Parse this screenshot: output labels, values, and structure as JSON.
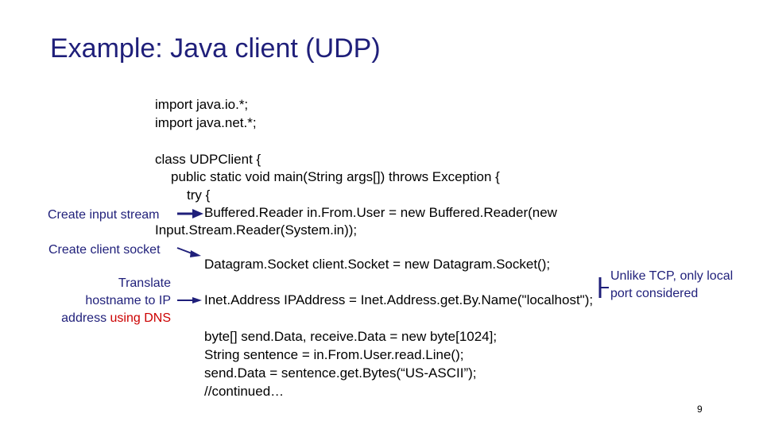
{
  "slide": {
    "title": "Example: Java client (UDP)",
    "page_number": "9"
  },
  "code": {
    "import_io": "import java.io.*;",
    "import_net": "import java.net.*;",
    "class_decl": "class UDPClient {",
    "main_decl": "public static void main(String args[]) throws Exception {",
    "try_open": "try {",
    "reader_line1": "Buffered.Reader in.From.User = new Buffered.Reader(new",
    "reader_line2": "Input.Stream.Reader(System.in));",
    "socket_line": "Datagram.Socket client.Socket = new Datagram.Socket();",
    "ipaddress_line": "Inet.Address IPAddress = Inet.Address.get.By.Name(\"localhost\");",
    "send_data_decl": "byte[] send.Data, receive.Data = new byte[1024];",
    "sentence_line": "String sentence = in.From.User.read.Line();",
    "get_bytes_line": "send.Data = sentence.get.Bytes(“US-ASCII”);",
    "continued": "//continued…"
  },
  "annotations": {
    "input_stream": "Create input stream",
    "client_socket": "Create client socket",
    "translate_line1": "Translate",
    "translate_line2": "hostname to IP",
    "translate_line3_a": "address ",
    "translate_line3_b": "using DNS",
    "tcp_line1": "Unlike TCP, only local",
    "tcp_line2": "port considered"
  },
  "colors": {
    "title": "#1f1f7a",
    "annotation": "#1f1f7a",
    "highlight": "#cc0000",
    "arrow": "#1f1f7a"
  }
}
